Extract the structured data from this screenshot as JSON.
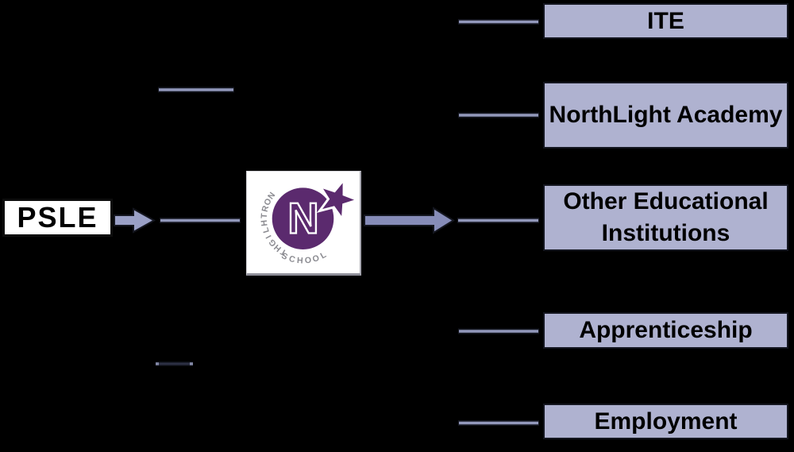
{
  "diagram": {
    "source": {
      "label": "PSLE"
    },
    "school": {
      "logo_letter": "N",
      "arc_top_word": "NORTHLIGHT",
      "arc_bottom_word": "SCHOOL"
    },
    "outcomes": [
      {
        "label": "ITE"
      },
      {
        "label": "NorthLight Academy"
      },
      {
        "label": "Other Educational Institutions"
      },
      {
        "label": "Apprenticeship"
      },
      {
        "label": "Employment"
      }
    ],
    "colors": {
      "background": "#000000",
      "box_fill": "#afb2d0",
      "box_border": "#14161f",
      "box_text": "#000000",
      "arrow_left": "#9aa0c6",
      "arrow_right": "#868cb8",
      "connector": "#9298bb",
      "line_edge": "#14161f",
      "logo_purple": "#5b2a6e",
      "logo_gray": "#8b8b91"
    }
  }
}
